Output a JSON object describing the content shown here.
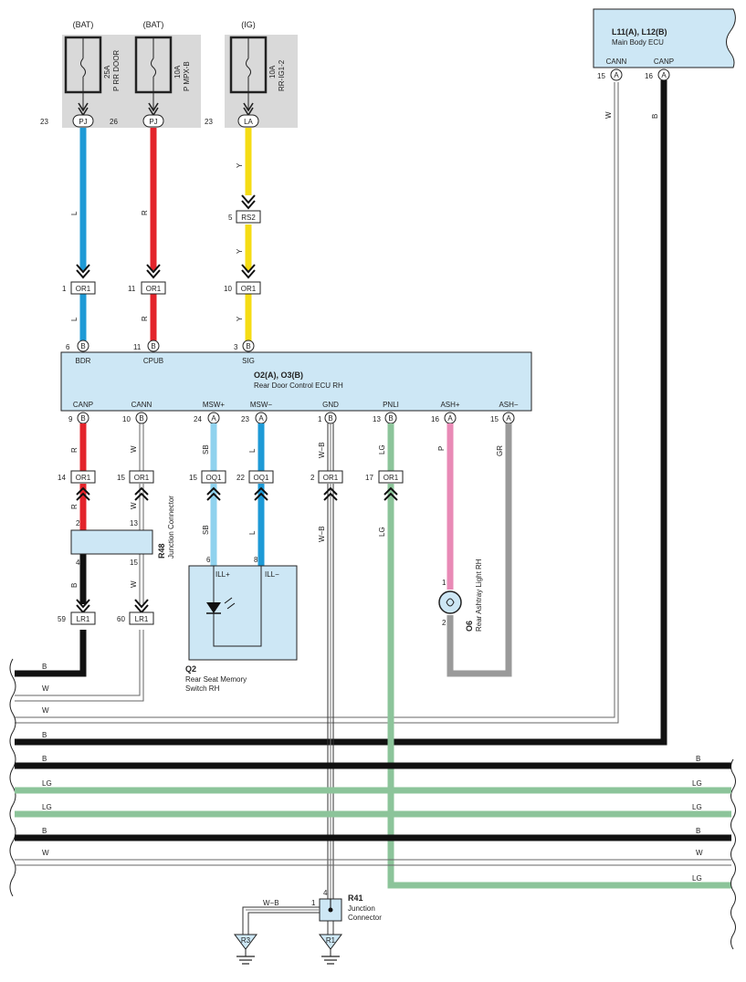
{
  "fuses": [
    {
      "source": "(BAT)",
      "rating": "25A",
      "name": "P RR DOOR",
      "pin": "23",
      "conn": "PJ"
    },
    {
      "source": "(BAT)",
      "rating": "10A",
      "name": "P MPX-B",
      "pin": "26",
      "conn": "PJ"
    },
    {
      "source": "(IG)",
      "rating": "10A",
      "name": "RR-IG1-2",
      "pin": "23",
      "conn": "LA"
    }
  ],
  "main_ecu": {
    "id": "L11(A), L12(B)",
    "name": "Main Body ECU",
    "pin1": {
      "label": "CANN",
      "num": "15",
      "conn": "A"
    },
    "pin2": {
      "label": "CANP",
      "num": "16",
      "conn": "A"
    }
  },
  "rear_ecu": {
    "id": "O2(A), O3(B)",
    "name": "Rear Door Control ECU RH",
    "top_pins": [
      {
        "label": "BDR",
        "num": "6",
        "conn": "B"
      },
      {
        "label": "CPUB",
        "num": "11",
        "conn": "B"
      },
      {
        "label": "SIG",
        "num": "3",
        "conn": "B"
      }
    ],
    "bottom_pins": [
      {
        "label": "CANP",
        "num": "9",
        "conn": "B"
      },
      {
        "label": "CANN",
        "num": "10",
        "conn": "B"
      },
      {
        "label": "MSW+",
        "num": "24",
        "conn": "A"
      },
      {
        "label": "MSW−",
        "num": "23",
        "conn": "A"
      },
      {
        "label": "GND",
        "num": "1",
        "conn": "B"
      },
      {
        "label": "PNLI",
        "num": "13",
        "conn": "B"
      },
      {
        "label": "ASH+",
        "num": "16",
        "conn": "A"
      },
      {
        "label": "ASH−",
        "num": "15",
        "conn": "A"
      }
    ]
  },
  "connectors": {
    "rs2": {
      "num": "5",
      "name": "RS2"
    },
    "or1_top": [
      {
        "num": "1",
        "name": "OR1"
      },
      {
        "num": "11",
        "name": "OR1"
      },
      {
        "num": "10",
        "name": "OR1"
      }
    ],
    "bottom": [
      {
        "num": "14",
        "name": "OR1"
      },
      {
        "num": "15",
        "name": "OR1"
      },
      {
        "num": "15",
        "name": "OQ1"
      },
      {
        "num": "22",
        "name": "OQ1"
      },
      {
        "num": "2",
        "name": "OR1"
      },
      {
        "num": "17",
        "name": "OR1"
      }
    ],
    "lr1": [
      {
        "num": "59",
        "name": "LR1"
      },
      {
        "num": "60",
        "name": "LR1"
      }
    ]
  },
  "wire_colors": {
    "L": "L",
    "R": "R",
    "Y": "Y",
    "W": "W",
    "B": "B",
    "SB": "SB",
    "WB": "W−B",
    "LG": "LG",
    "P": "P",
    "GR": "GR"
  },
  "r48": {
    "id": "R48",
    "name": "Junction Connector",
    "pins": [
      "2",
      "13",
      "4",
      "15"
    ]
  },
  "q2": {
    "id": "Q2",
    "name_line1": "Rear Seat Memory",
    "name_line2": "Switch RH",
    "pin_plus": "ILL+",
    "pin_minus": "ILL−",
    "pin6": "6",
    "pin8": "8"
  },
  "o6": {
    "id": "O6",
    "name": "Rear Ashtray Light RH",
    "pin1": "1",
    "pin2": "2"
  },
  "r41": {
    "id": "R41",
    "name_line1": "Junction",
    "name_line2": "Connector",
    "pin4": "4",
    "pin1": "1"
  },
  "grounds": [
    "R3",
    "R1"
  ],
  "harness_labels": {
    "left": [
      "B",
      "W",
      "W",
      "B",
      "B",
      "LG",
      "LG",
      "B",
      "W"
    ],
    "right": [
      "B",
      "LG",
      "LG",
      "B",
      "W",
      "LG"
    ]
  },
  "colors": {
    "blue": "#1e9ad6",
    "red": "#e3242b",
    "yellow": "#f5dc14",
    "black": "#111111",
    "green": "#8cc49a",
    "pink": "#e98ab6",
    "gray": "#9a9a9a",
    "skyblue": "#8fd2ee",
    "ecu_fill": "#cde7f5",
    "fuse_bg": "#d9d9d9"
  }
}
